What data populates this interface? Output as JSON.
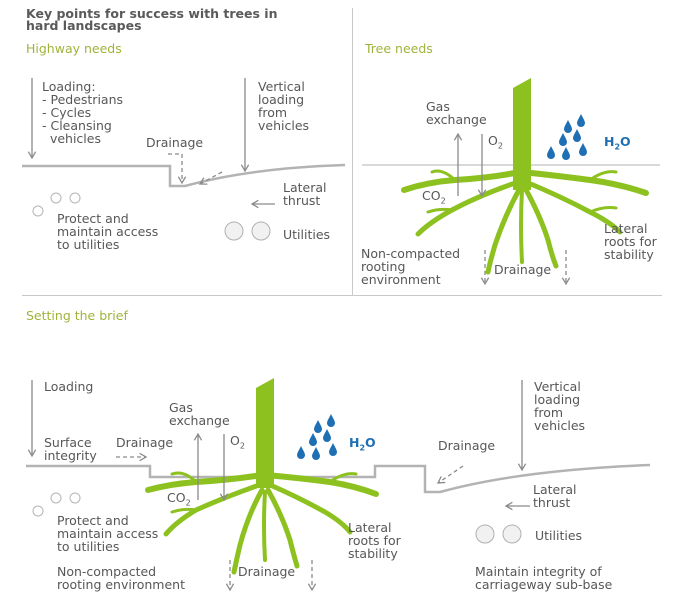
{
  "title": "Key points for success with trees in\nhard landscapes",
  "colors": {
    "accent": "#9fb43a",
    "tree": "#8dc11f",
    "water": "#1f6fb4",
    "text": "#575757",
    "line": "#b3b3b3"
  },
  "highway": {
    "heading": "Highway needs",
    "loading": "Loading:\n- Pedestrians\n- Cycles\n- Cleansing\n  vehicles",
    "drainage": "Drainage",
    "vertical": "Vertical\nloading\nfrom\nvehicles",
    "lateral": "Lateral\nthrust",
    "protect": "Protect and\nmaintain access\nto utilities",
    "utilities": "Utilities"
  },
  "tree": {
    "heading": "Tree needs",
    "gas": "Gas\nexchange",
    "o2": "O",
    "o2_sub": "2",
    "co2": "CO",
    "co2_sub": "2",
    "h2o_h": "H",
    "h2o_sub": "2",
    "h2o_o": "O",
    "noncompacted": "Non-compacted\nrooting\nenvironment",
    "drainage": "Drainage",
    "lateral_roots": "Lateral\nroots for\nstability"
  },
  "brief": {
    "heading": "Setting the brief",
    "loading": "Loading",
    "surface": "Surface\nintegrity",
    "drainage_left": "Drainage",
    "gas": "Gas\nexchange",
    "o2": "O",
    "o2_sub": "2",
    "co2": "CO",
    "co2_sub": "2",
    "h2o_h": "H",
    "h2o_sub": "2",
    "h2o_o": "O",
    "drainage_right": "Drainage",
    "vertical": "Vertical\nloading\nfrom\nvehicles",
    "lateral": "Lateral\nthrust",
    "protect": "Protect and\nmaintain access\nto utilities",
    "lateral_roots": "Lateral\nroots for\nstability",
    "utilities": "Utilities",
    "noncompacted": "Non-compacted\nrooting environment",
    "drainage_bottom": "Drainage",
    "maintain": "Maintain integrity of\ncarriageway sub-base"
  }
}
